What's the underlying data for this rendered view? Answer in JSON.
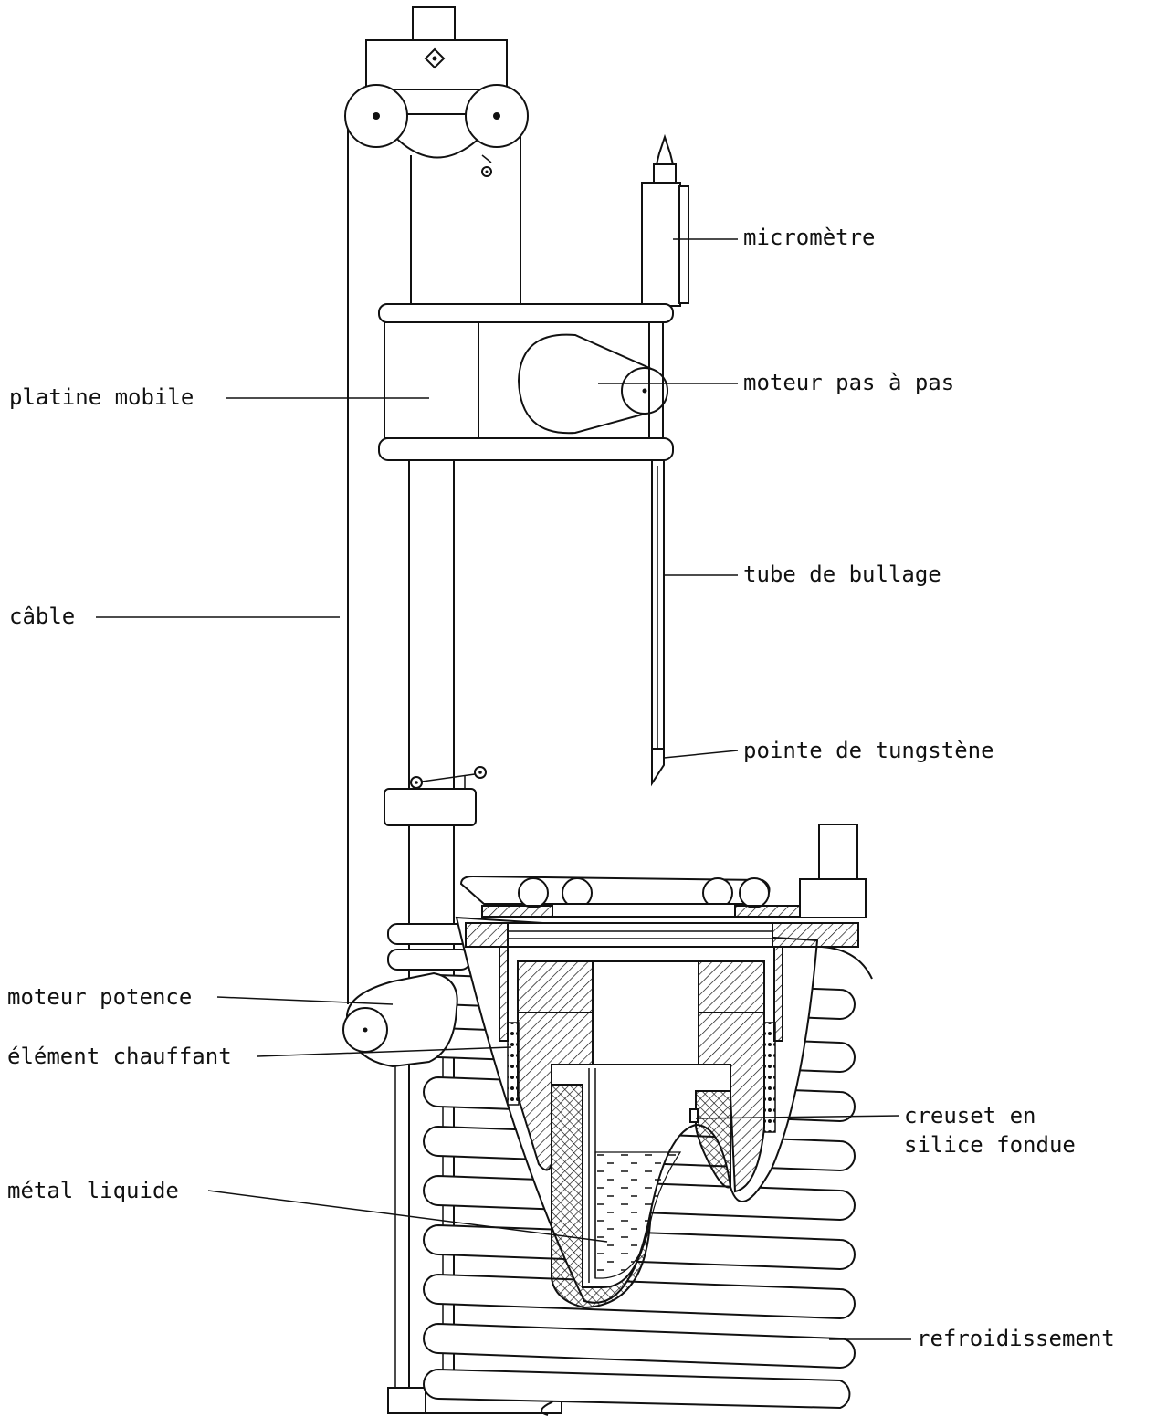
{
  "labels": {
    "micrometre": "micromètre",
    "platine_mobile": "platine mobile",
    "moteur_pas_a_pas": "moteur pas à pas",
    "tube_de_bullage": "tube de bullage",
    "cable": "câble",
    "pointe_de_tungstene": "pointe de tungstène",
    "moteur_potence": "moteur potence",
    "element_chauffant": "élément chauffant",
    "creuset_line1": "creuset en",
    "creuset_line2": "silice fondue",
    "metal_liquide": "métal liquide",
    "refroidissement": "refroidissement"
  }
}
